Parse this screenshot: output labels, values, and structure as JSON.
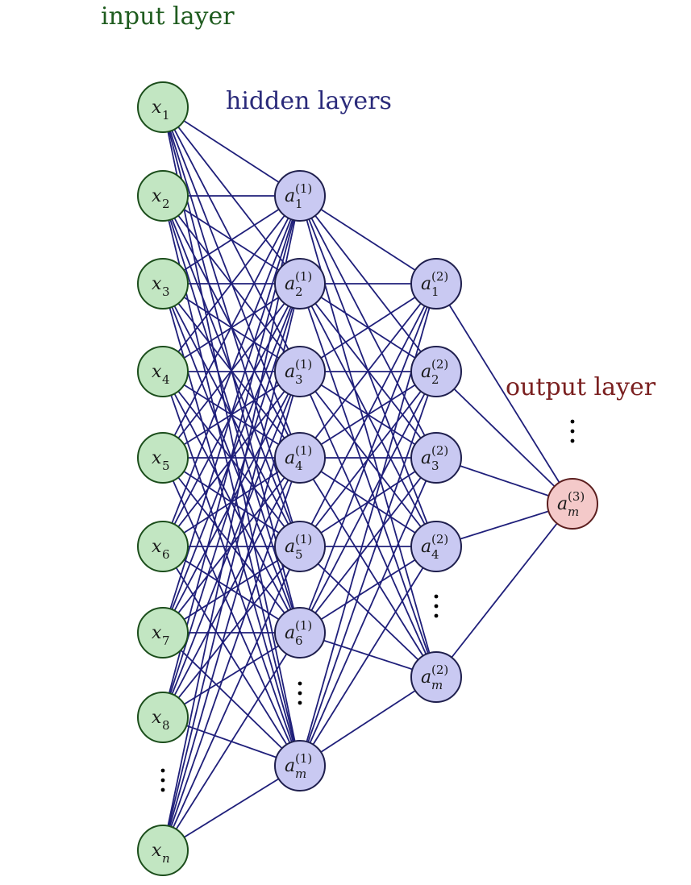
{
  "labels": {
    "input": "input layer",
    "hidden": "hidden layers",
    "output": "output layer"
  },
  "colors": {
    "edge": "#1f1f7a",
    "input_fill": "#c2e6c2",
    "input_stroke": "#1b4d1b",
    "input_label": "#1f5c1f",
    "hidden_fill": "#c9c9f2",
    "hidden_stroke": "#1f1f4d",
    "hidden_label": "#2a2a7a",
    "output_fill": "#f4c9c9",
    "output_stroke": "#5c1f1f",
    "output_label": "#7a1f1f"
  },
  "layers": [
    {
      "id": "input",
      "nodes": [
        {
          "v": "x",
          "sub": "1"
        },
        {
          "v": "x",
          "sub": "2"
        },
        {
          "v": "x",
          "sub": "3"
        },
        {
          "v": "x",
          "sub": "4"
        },
        {
          "v": "x",
          "sub": "5"
        },
        {
          "v": "x",
          "sub": "6"
        },
        {
          "v": "x",
          "sub": "7"
        },
        {
          "v": "x",
          "sub": "8"
        },
        {
          "v": "x",
          "sub": "n"
        }
      ],
      "ellipsis_after": 7
    },
    {
      "id": "hidden1",
      "nodes": [
        {
          "v": "a",
          "sub": "1",
          "sup": "(1)"
        },
        {
          "v": "a",
          "sub": "2",
          "sup": "(1)"
        },
        {
          "v": "a",
          "sub": "3",
          "sup": "(1)"
        },
        {
          "v": "a",
          "sub": "4",
          "sup": "(1)"
        },
        {
          "v": "a",
          "sub": "5",
          "sup": "(1)"
        },
        {
          "v": "a",
          "sub": "6",
          "sup": "(1)"
        },
        {
          "v": "a",
          "sub": "m",
          "sup": "(1)"
        }
      ],
      "ellipsis_after": 5
    },
    {
      "id": "hidden2",
      "nodes": [
        {
          "v": "a",
          "sub": "1",
          "sup": "(2)"
        },
        {
          "v": "a",
          "sub": "2",
          "sup": "(2)"
        },
        {
          "v": "a",
          "sub": "3",
          "sup": "(2)"
        },
        {
          "v": "a",
          "sub": "4",
          "sup": "(2)"
        },
        {
          "v": "a",
          "sub": "m",
          "sup": "(2)"
        }
      ],
      "ellipsis_after": 3
    },
    {
      "id": "output",
      "nodes": [
        {
          "v": "a",
          "sub": "m",
          "sup": "(3)"
        }
      ],
      "ellipsis_before": true
    }
  ]
}
